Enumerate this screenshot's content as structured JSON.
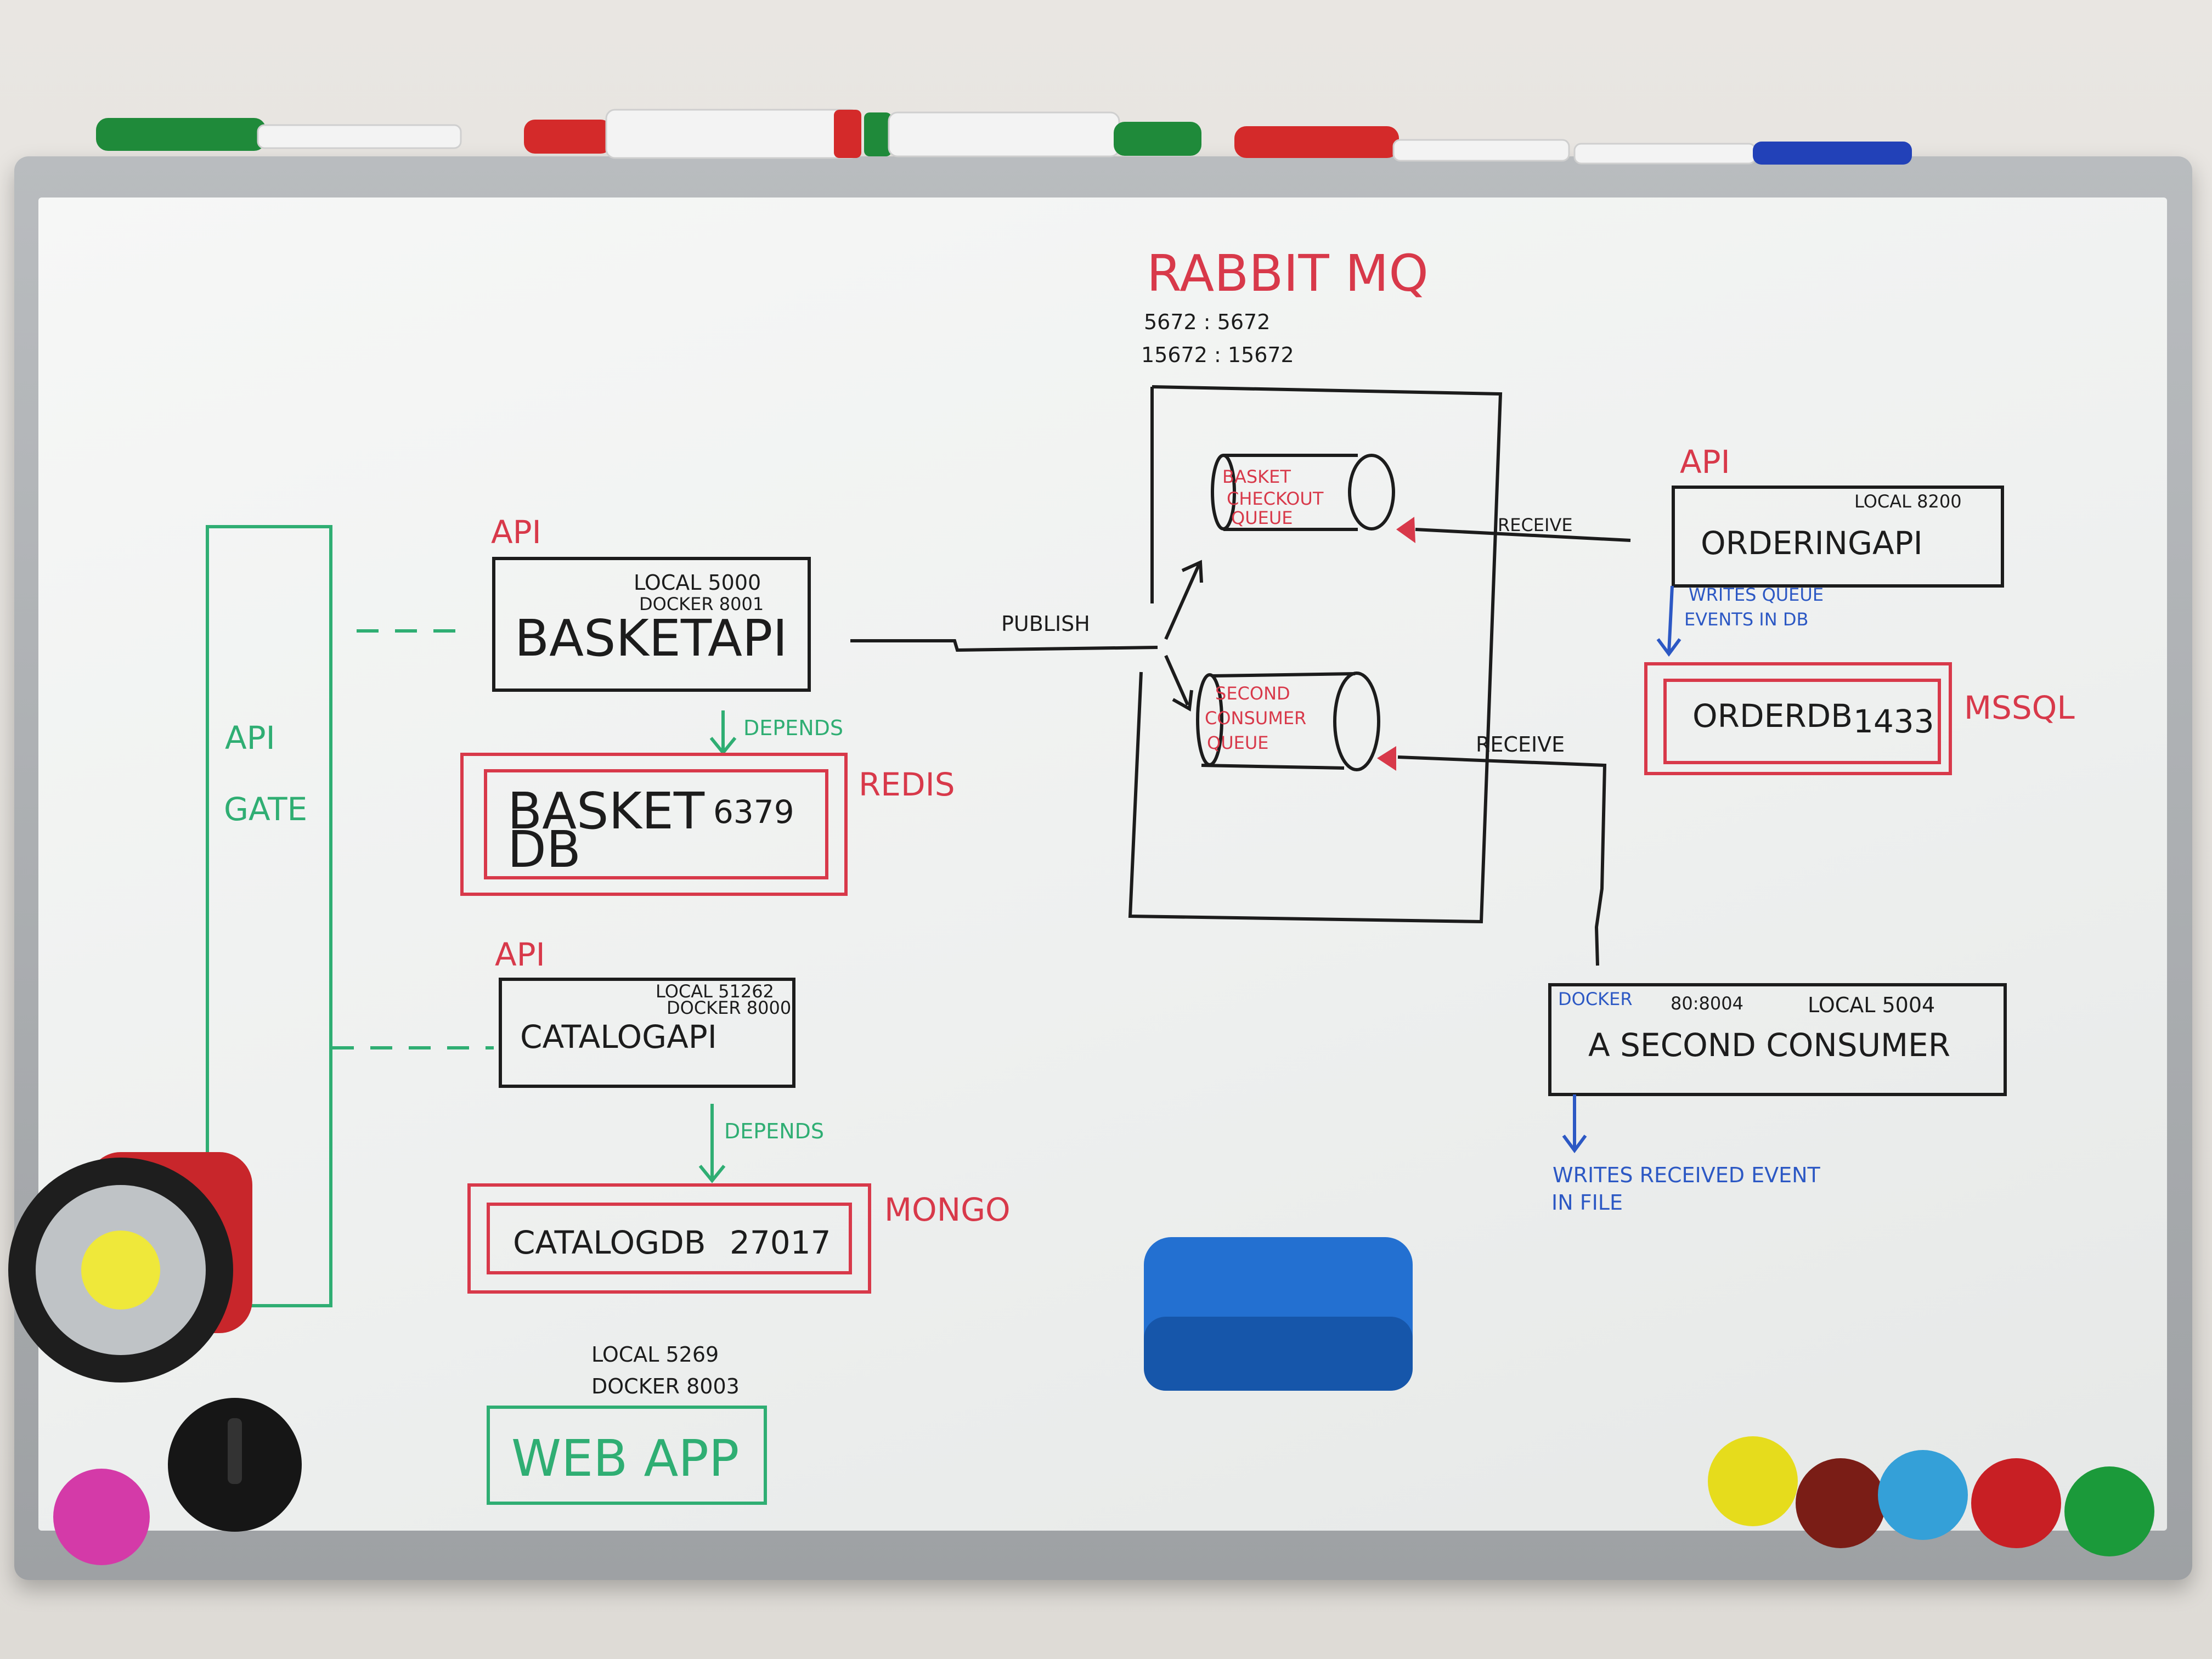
{
  "colors": {
    "black": "#1c1c1c",
    "red": "#d8394a",
    "green": "#2fae73",
    "blue": "#2c58c4"
  },
  "api_gateway": {
    "line1": "API",
    "line2": "GATE"
  },
  "basket": {
    "tag": "API",
    "ports_line1": "LOCAL 5000",
    "ports_line2": "DOCKER 8001",
    "name": "BASKETAPI",
    "depends": "DEPENDS",
    "db_line1": "BASKET",
    "db_line2": "DB",
    "db_port": "6379",
    "db_engine": "REDIS"
  },
  "catalog": {
    "tag": "API",
    "ports_line1": "LOCAL 51262",
    "ports_line2": "DOCKER 8000",
    "name": "CATALOGAPI",
    "depends": "DEPENDS",
    "db_name": "CATALOGDB",
    "db_port": "27017",
    "db_engine": "MONGO"
  },
  "webapp": {
    "ports_line1": "LOCAL 5269",
    "ports_line2": "DOCKER 8003",
    "name": "WEB APP"
  },
  "rabbitmq": {
    "title": "RABBIT MQ",
    "port_line1": "5672 : 5672",
    "port_line2": "15672 : 15672",
    "publish": "PUBLISH",
    "queue1_line1": "BASKET",
    "queue1_line2": "CHECKOUT",
    "queue1_line3": "QUEUE",
    "queue2_line1": "SECOND",
    "queue2_line2": "CONSUMER",
    "queue2_line3": "QUEUE",
    "receive1": "RECEIVE",
    "receive2": "RECEIVE"
  },
  "ordering": {
    "tag": "API",
    "ports": "LOCAL 8200",
    "name": "ORDERINGAPI",
    "note_line1": "WRITES QUEUE",
    "note_line2": "EVENTS IN DB",
    "db_name": "ORDERDB",
    "db_port": "1433",
    "db_engine": "MSSQL"
  },
  "consumer": {
    "docker": "DOCKER",
    "docker_ports": "80:8004",
    "local": "LOCAL 5004",
    "name": "A SECOND CONSUMER",
    "note_line1": "WRITES RECEIVED EVENT",
    "note_line2": "IN FILE"
  }
}
